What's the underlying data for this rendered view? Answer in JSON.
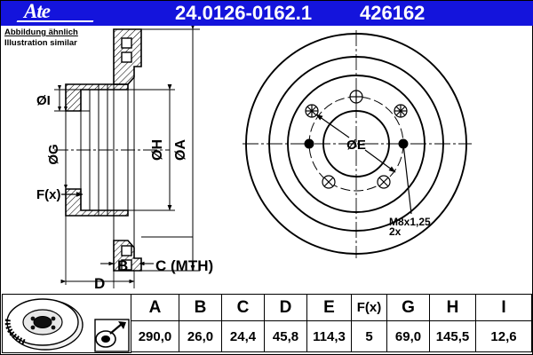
{
  "header": {
    "brand": "Ate",
    "part_number": "24.0126-0162.1",
    "reference_number": "426162",
    "background_color": "#1414dc",
    "text_color": "#ffffff"
  },
  "note": {
    "line_de": "Abbildung ähnlich",
    "line_en": "Illustration similar"
  },
  "drawing": {
    "section_view_labels": {
      "dia_i": "ØI",
      "dia_g": "ØG",
      "dia_h": "ØH",
      "dia_a": "ØA",
      "fx": "F(x)",
      "b": "B",
      "c": "C (MTH)",
      "d": "D"
    },
    "face_view_labels": {
      "dia_e": "ØE",
      "thread_callout_line1": "M8x1,25",
      "thread_callout_line2": "2x"
    },
    "face_view": {
      "bolt_holes": 5,
      "thread_holes": 2,
      "circles": [
        "outer",
        "friction-ring-inner",
        "hat-outer",
        "hub-bore"
      ]
    },
    "line_color": "#000000"
  },
  "table": {
    "headers": [
      "A",
      "B",
      "C",
      "D",
      "E",
      "F(x)",
      "G",
      "H",
      "I"
    ],
    "values": [
      "290,0",
      "26,0",
      "24,4",
      "45,8",
      "114,3",
      "5",
      "69,0",
      "145,5",
      "12,6"
    ],
    "product_icon": "brake-disc-photo",
    "measurement_icon": "disc-measuring-tool-icon"
  }
}
